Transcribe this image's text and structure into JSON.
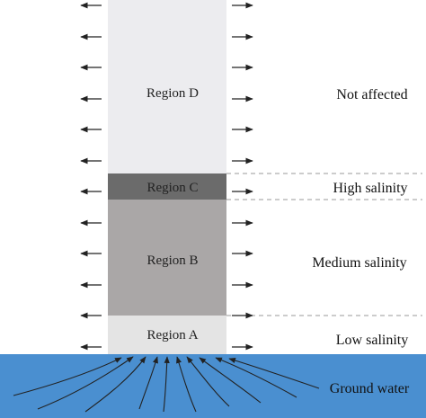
{
  "colors": {
    "water": "#4a8fd0",
    "region_a": "#e4e4e4",
    "region_b": "#aaa7a7",
    "region_c": "#6b6b6b",
    "region_d": "#ececef",
    "arrow": "#222222",
    "dashed": "#9a9a9a"
  },
  "regions": {
    "d": "Region D",
    "c": "Region C",
    "b": "Region B",
    "a": "Region A"
  },
  "salinity": {
    "not_affected": "Not affected",
    "high": "High salinity",
    "medium": "Medium salinity",
    "low": "Low salinity"
  },
  "ground_water": "Ground water"
}
